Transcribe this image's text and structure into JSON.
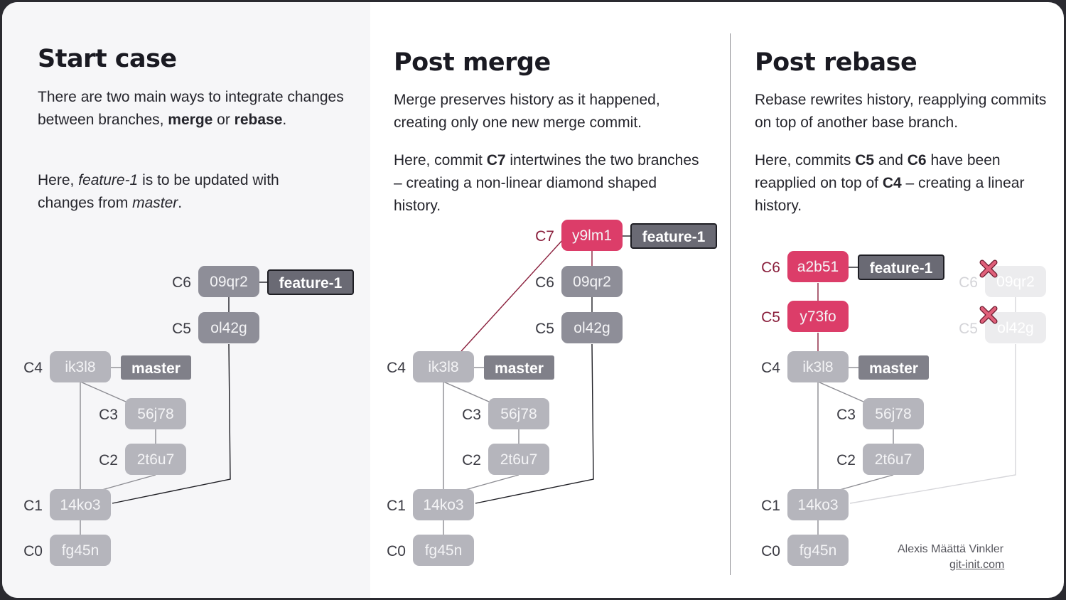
{
  "panels": [
    {
      "title": "Start case",
      "para1": [
        "There are two main ways to integrate changes between branches, ",
        "merge",
        " or ",
        "rebase",
        "."
      ],
      "para2": [
        "Here, ",
        "feature-1",
        " is to be updated with changes from ",
        "master",
        "."
      ]
    },
    {
      "title": "Post merge",
      "para1": [
        "Merge preserves history as it happened, creating only one new merge commit."
      ],
      "para2": [
        "Here, commit ",
        "C7",
        " intertwines the two branches – creating a non-linear diamond shaped history."
      ]
    },
    {
      "title": "Post rebase",
      "para1": [
        "Rebase rewrites history, reapplying commits on top of another base branch."
      ],
      "para2": [
        "Here, commits ",
        "C5",
        " and ",
        "C6",
        " have been reapplied on top of ",
        "C4",
        " – creating a linear history."
      ]
    }
  ],
  "graphs": [
    {
      "commits": [
        {
          "label": "C6",
          "hash": "09qr2",
          "style": "dark"
        },
        {
          "label": "C5",
          "hash": "ol42g",
          "style": "dark"
        },
        {
          "label": "C4",
          "hash": "ik3l8",
          "style": "light"
        },
        {
          "label": "C3",
          "hash": "56j78",
          "style": "light"
        },
        {
          "label": "C2",
          "hash": "2t6u7",
          "style": "light"
        },
        {
          "label": "C1",
          "hash": "14ko3",
          "style": "light"
        },
        {
          "label": "C0",
          "hash": "fg45n",
          "style": "light"
        }
      ],
      "branches": [
        {
          "name": "feature-1",
          "style": "dark"
        },
        {
          "name": "master",
          "style": "mid"
        }
      ]
    },
    {
      "commits": [
        {
          "label": "C7",
          "hash": "y9lm1",
          "style": "pink"
        },
        {
          "label": "C6",
          "hash": "09qr2",
          "style": "dark"
        },
        {
          "label": "C5",
          "hash": "ol42g",
          "style": "dark"
        },
        {
          "label": "C4",
          "hash": "ik3l8",
          "style": "light"
        },
        {
          "label": "C3",
          "hash": "56j78",
          "style": "light"
        },
        {
          "label": "C2",
          "hash": "2t6u7",
          "style": "light"
        },
        {
          "label": "C1",
          "hash": "14ko3",
          "style": "light"
        },
        {
          "label": "C0",
          "hash": "fg45n",
          "style": "light"
        }
      ],
      "branches": [
        {
          "name": "feature-1",
          "style": "dark"
        },
        {
          "name": "master",
          "style": "mid"
        }
      ]
    },
    {
      "commits": [
        {
          "label": "C6",
          "hash": "a2b51",
          "style": "pink"
        },
        {
          "label": "C5",
          "hash": "y73fo",
          "style": "pink"
        },
        {
          "label": "C4",
          "hash": "ik3l8",
          "style": "light"
        },
        {
          "label": "C3",
          "hash": "56j78",
          "style": "light"
        },
        {
          "label": "C2",
          "hash": "2t6u7",
          "style": "light"
        },
        {
          "label": "C1",
          "hash": "14ko3",
          "style": "light"
        },
        {
          "label": "C0",
          "hash": "fg45n",
          "style": "light"
        },
        {
          "label": "C6",
          "hash": "09qr2",
          "style": "ghost"
        },
        {
          "label": "C5",
          "hash": "ol42g",
          "style": "ghost"
        }
      ],
      "branches": [
        {
          "name": "feature-1",
          "style": "dark"
        },
        {
          "name": "master",
          "style": "mid"
        }
      ],
      "removed_marker": "cross-icon"
    }
  ],
  "credit": {
    "name": "Alexis Määttä Vinkler",
    "url": "git-init.com"
  },
  "colors": {
    "commit_dark": "#8e8e98",
    "commit_light": "#b5b5bc",
    "commit_pink": "#dc3d69",
    "commit_ghost": "#ececee",
    "branch_dark": "#6a6a74",
    "branch_mid": "#808089",
    "label_pink": "#8a1f3c",
    "cross": "#e0607a"
  }
}
